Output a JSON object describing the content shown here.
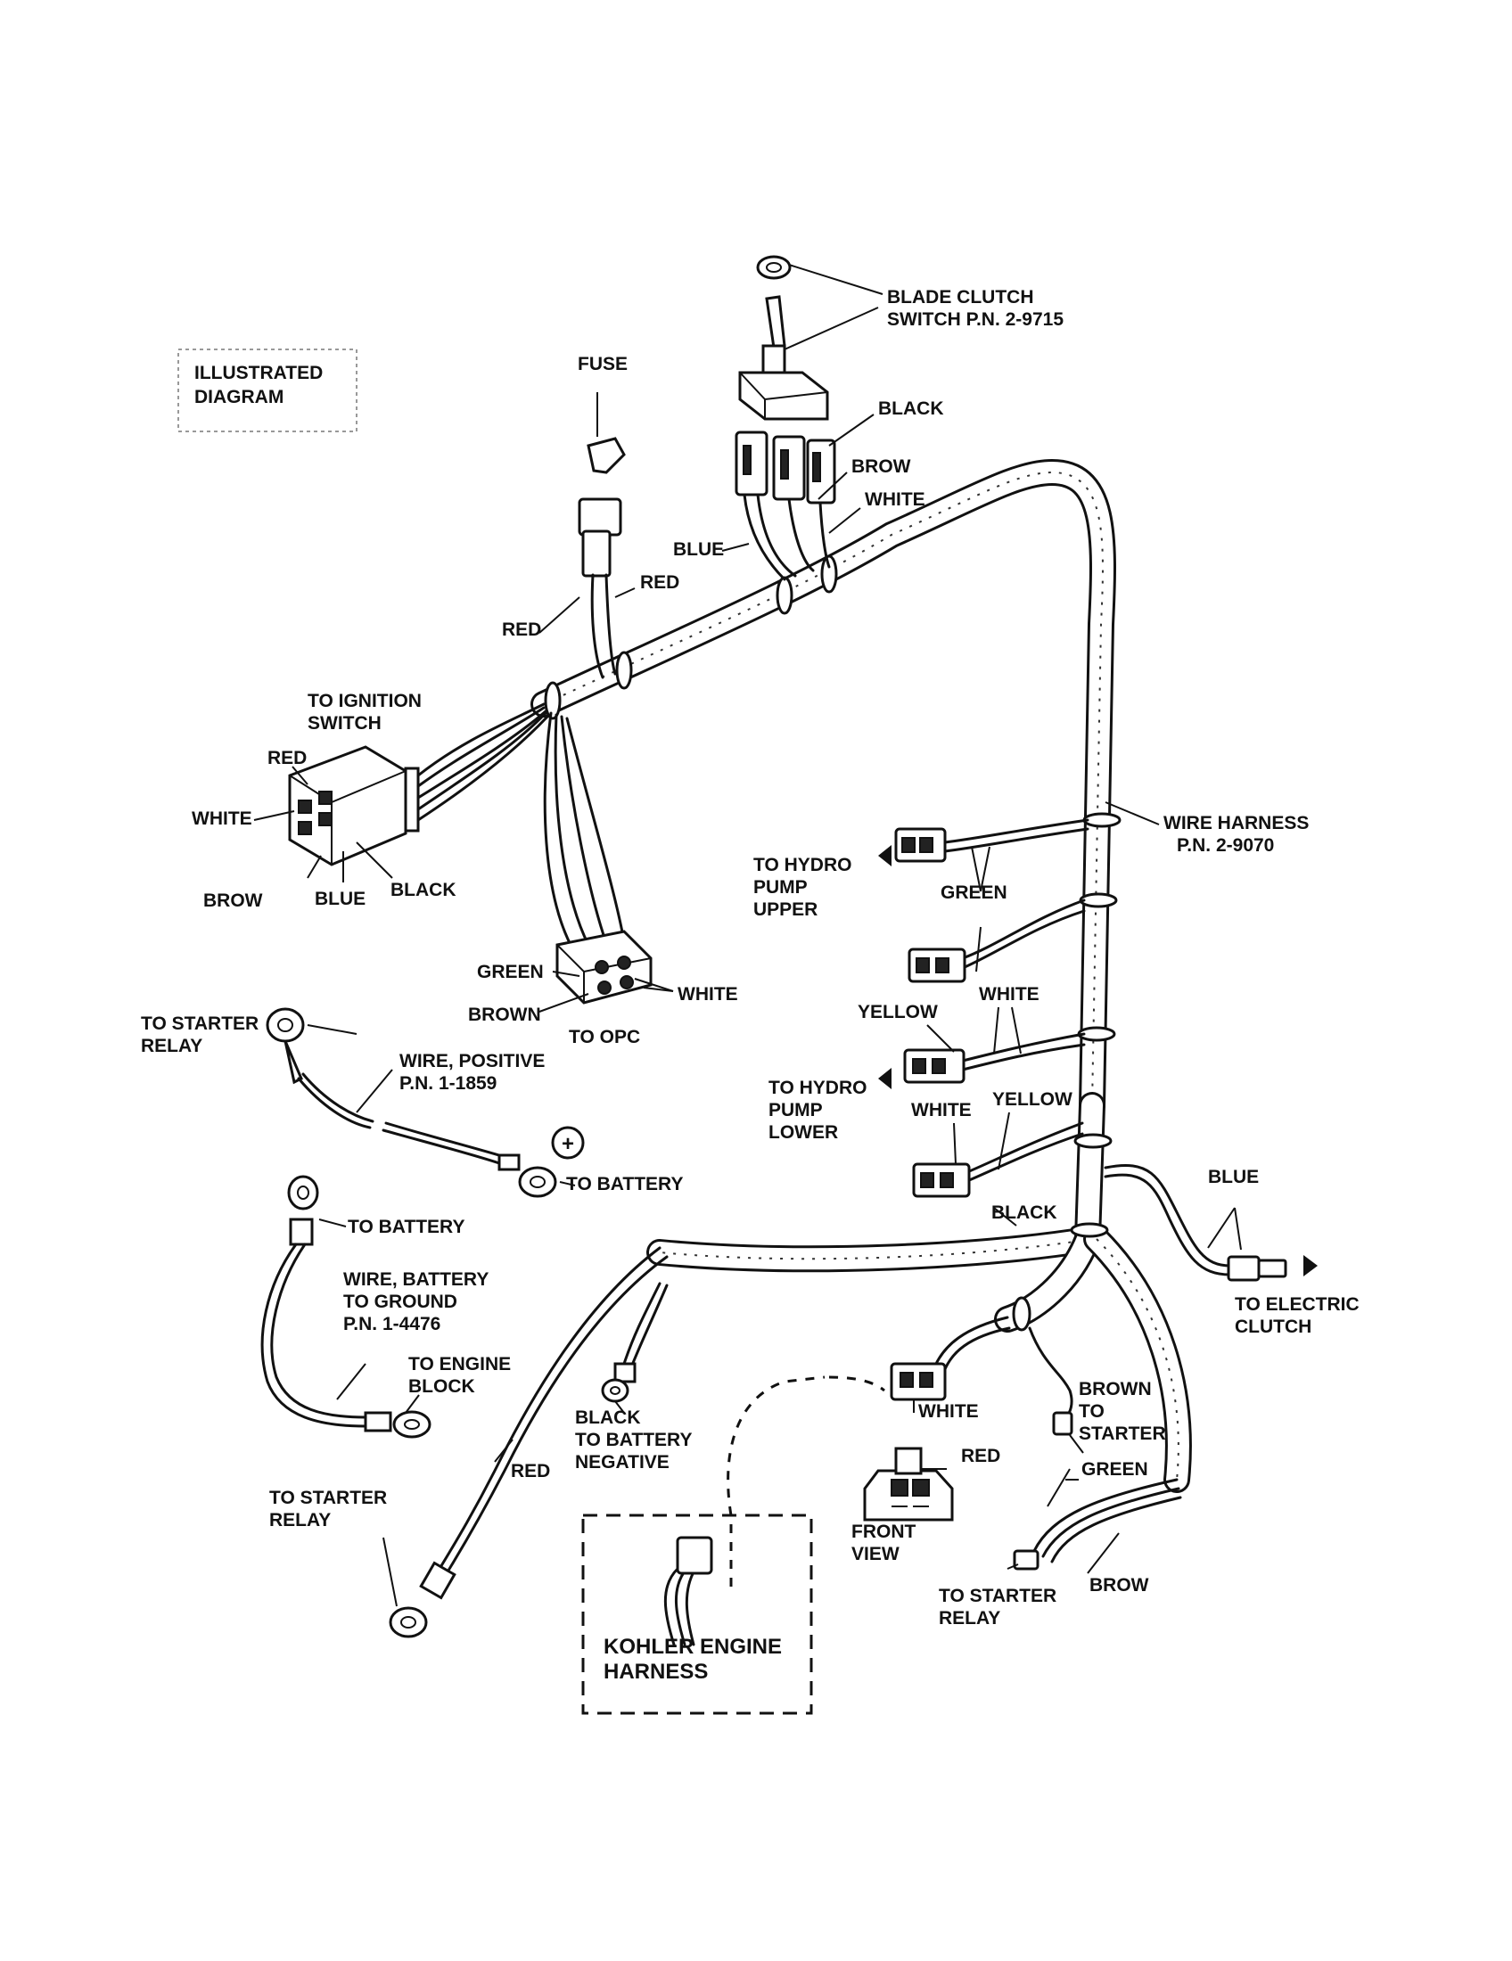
{
  "title_box": {
    "line1": "ILLUSTRATED",
    "line2": "DIAGRAM"
  },
  "labels": {
    "fuse": "FUSE",
    "blade_clutch_1": "BLADE CLUTCH",
    "blade_clutch_2": "SWITCH P.N. 2-9715",
    "black_switch": "BLACK",
    "brow_switch": "BROW",
    "white_switch": "WHITE",
    "blue_switch": "BLUE",
    "red_fuse_right": "RED",
    "red_fuse_left": "RED",
    "ignition_1": "TO IGNITION",
    "ignition_2": "SWITCH",
    "red_ign": "RED",
    "white_ign": "WHITE",
    "brow_ign": "BROW",
    "blue_ign": "BLUE",
    "black_ign": "BLACK",
    "green_opc": "GREEN",
    "white_opc": "WHITE",
    "brown_opc": "BROWN",
    "to_opc": "TO OPC",
    "wire_harness_1": "WIRE HARNESS",
    "wire_harness_2": "P.N. 2-9070",
    "hydro_upper_1": "TO HYDRO",
    "hydro_upper_2": "PUMP",
    "hydro_upper_3": "UPPER",
    "green_upper": "GREEN",
    "yellow_1": "YELLOW",
    "white_1": "WHITE",
    "hydro_lower_1": "TO HYDRO",
    "hydro_lower_2": "PUMP",
    "hydro_lower_3": "LOWER",
    "white_2": "WHITE",
    "yellow_2": "YELLOW",
    "black_lower": "BLACK",
    "starter_relay_top_1": "TO STARTER",
    "starter_relay_top_2": "RELAY",
    "wire_pos_1": "WIRE, POSITIVE",
    "wire_pos_2": "P.N. 1-1859",
    "plus_sign": "+",
    "to_battery_pos": "TO BATTERY",
    "to_battery_gnd": "TO BATTERY",
    "wire_batt_1": "WIRE, BATTERY",
    "wire_batt_2": "TO GROUND",
    "wire_batt_3": "P.N. 1-4476",
    "engine_block_1": "TO ENGINE",
    "engine_block_2": "BLOCK",
    "blue_clutch": "BLUE",
    "electric_clutch_1": "TO ELECTRIC",
    "electric_clutch_2": "CLUTCH",
    "black_batt_1": "BLACK",
    "black_batt_2": "TO BATTERY",
    "black_batt_3": "NEGATIVE",
    "red_long": "RED",
    "starter_relay_bottom_1": "TO STARTER",
    "starter_relay_bottom_2": "RELAY",
    "white_front": "WHITE",
    "red_front": "RED",
    "front_view_1": "FRONT",
    "front_view_2": "VIEW",
    "brown_starter_1": "BROWN",
    "brown_starter_2": "TO",
    "brown_starter_3": "STARTER",
    "green_relay": "GREEN",
    "brow_relay": "BROW",
    "starter_relay_right_1": "TO STARTER",
    "starter_relay_right_2": "RELAY",
    "kohler_1": "KOHLER ENGINE",
    "kohler_2": "HARNESS"
  }
}
